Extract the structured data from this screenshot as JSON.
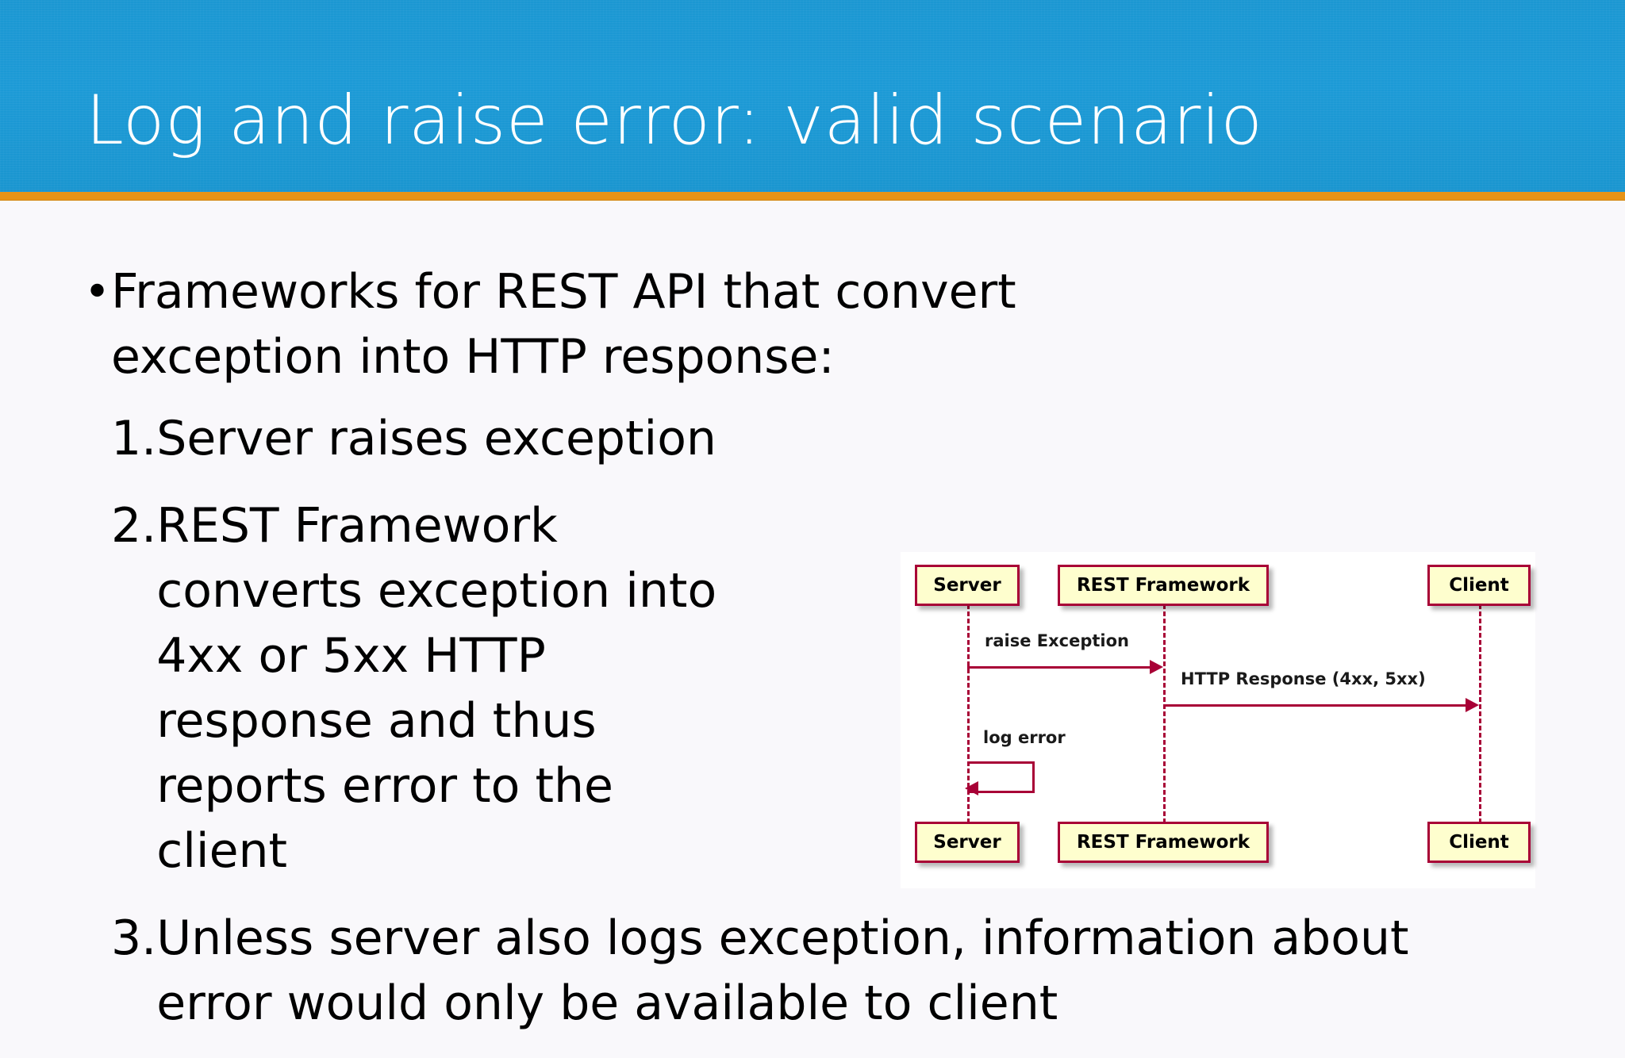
{
  "slide": {
    "title": "Log and raise error: valid scenario",
    "header_color": "#1c9ad6",
    "accent_rule_color": "#e79316",
    "background_color": "#f9f8fb",
    "title_color": "#ffffff"
  },
  "content": {
    "bullet_marker": "•",
    "bullet_text": "Frameworks for REST API that convert exception into HTTP response:",
    "numbered_items": [
      {
        "number": "1.",
        "text": "Server raises exception"
      },
      {
        "number": "2.",
        "text": "REST Framework converts exception into 4xx or 5xx HTTP response and thus reports error to the client"
      },
      {
        "number": "3.",
        "text": "Unless server also logs exception, information about error would only be available to client"
      }
    ]
  },
  "diagram": {
    "type": "sequence",
    "background_color": "#ffffff",
    "box_fill": "#fefece",
    "line_color": "#a80036",
    "participants_top": [
      "Server",
      "REST Framework",
      "Client"
    ],
    "participants_bottom": [
      "Server",
      "REST Framework",
      "Client"
    ],
    "messages": [
      {
        "label": "raise Exception",
        "from": "Server",
        "to": "REST Framework",
        "direction": "right"
      },
      {
        "label": "HTTP Response (4xx, 5xx)",
        "from": "REST Framework",
        "to": "Client",
        "direction": "right"
      },
      {
        "label": "log error",
        "from": "Server",
        "to": "Server",
        "direction": "self"
      }
    ]
  }
}
